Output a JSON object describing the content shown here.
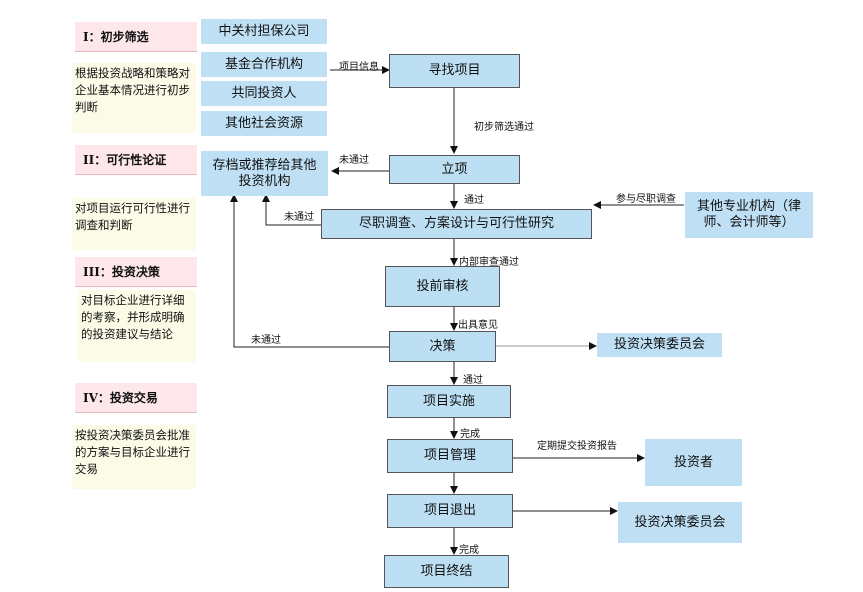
{
  "stages": [
    {
      "title": "I：初步筛选",
      "desc": "根据投资战略和策略对企业基本情况进行初步判断"
    },
    {
      "title": "II：可行性论证",
      "desc": "对项目运行可行性进行调查和判断"
    },
    {
      "title": "III：投资决策",
      "desc": "对目标企业进行详细的考察，并形成明确的投资建议与结论"
    },
    {
      "title": "IV：投资交易",
      "desc": "按投资决策委员会批准的方案与目标企业进行交易"
    }
  ],
  "sources": [
    "中关村担保公司",
    "基金合作机构",
    "共同投资人",
    "其他社会资源"
  ],
  "nodes": {
    "find_project": "寻找项目",
    "establish": "立项",
    "archive": "存档或推荐给其他投资机构",
    "due_diligence": "尽职调查、方案设计与可行性研究",
    "external": "其他专业机构（律师、会计师等）",
    "pre_review": "投前审核",
    "decision": "决策",
    "committee_1": "投资决策委员会",
    "implement": "项目实施",
    "manage": "项目管理",
    "investors": "投资者",
    "exit": "项目退出",
    "committee_2": "投资决策委员会",
    "terminate": "项目终结"
  },
  "edge_labels": {
    "project_info": "项目信息",
    "screen_pass": "初步筛选通过",
    "not_pass_1": "未通过",
    "pass": "通过",
    "not_pass_2": "未通过",
    "join_dd": "参与尽职调查",
    "internal_pass": "内部审查通过",
    "opinion": "出具意见",
    "not_pass_3": "未通过",
    "pass_2": "通过",
    "done_1": "完成",
    "periodic_report": "定期提交投资报告",
    "done_2": "完成"
  }
}
